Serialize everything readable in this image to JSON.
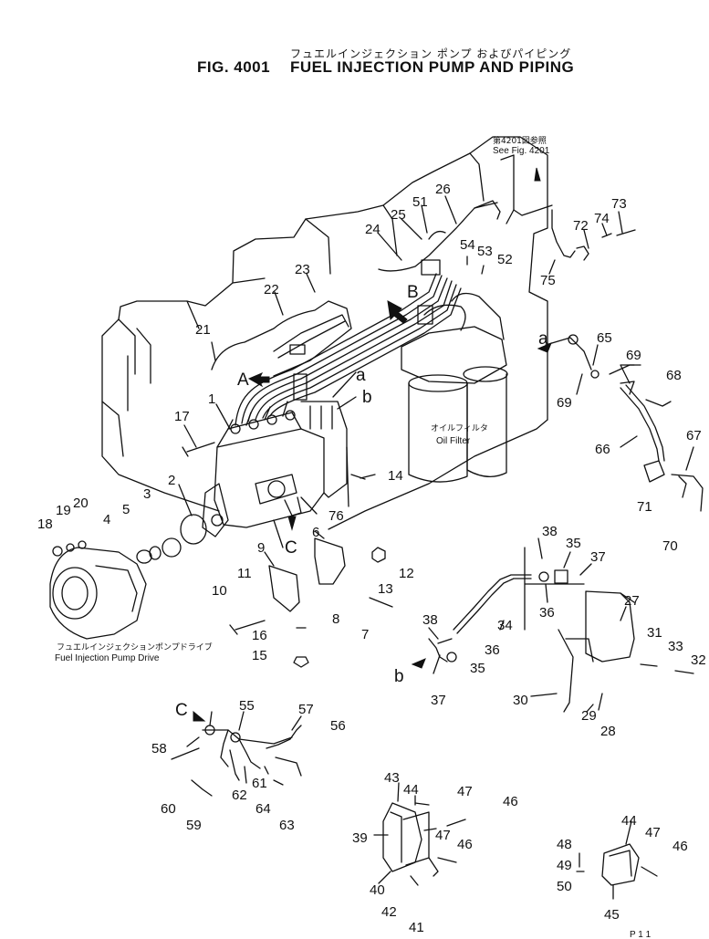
{
  "header": {
    "jp_title": "フュエルインジェクション ポンプ およびパイピング",
    "fig_number": "FIG. 4001",
    "title": "FUEL INJECTION PUMP AND PIPING"
  },
  "notes": {
    "see_fig_jp": "第4201図参照",
    "see_fig": "See Fig. 4201",
    "oil_filter_jp": "オイルフィルタ",
    "oil_filter": "Oil Filter",
    "pump_drive_jp": "フュエルインジェクションポンプドライブ",
    "pump_drive": "Fuel Injection Pump Drive",
    "page_mark": "P 1 1"
  },
  "view_letters": [
    "A",
    "B",
    "a",
    "b",
    "C",
    "a",
    "b",
    "C"
  ],
  "part_numbers": [
    "1",
    "2",
    "3",
    "4",
    "5",
    "6",
    "7",
    "8",
    "9",
    "10",
    "11",
    "12",
    "13",
    "14",
    "15",
    "16",
    "17",
    "18",
    "19",
    "20",
    "21",
    "22",
    "23",
    "24",
    "25",
    "26",
    "27",
    "28",
    "29",
    "30",
    "31",
    "32",
    "33",
    "34",
    "35",
    "35",
    "36",
    "36",
    "37",
    "37",
    "38",
    "38",
    "39",
    "40",
    "41",
    "42",
    "43",
    "44",
    "44",
    "46",
    "46",
    "46",
    "47",
    "47",
    "47",
    "48",
    "49",
    "50",
    "45",
    "51",
    "52",
    "53",
    "54",
    "55",
    "56",
    "57",
    "58",
    "59",
    "60",
    "61",
    "62",
    "63",
    "64",
    "65",
    "66",
    "67",
    "68",
    "69",
    "69",
    "70",
    "71",
    "72",
    "73",
    "74",
    "75",
    "76"
  ]
}
